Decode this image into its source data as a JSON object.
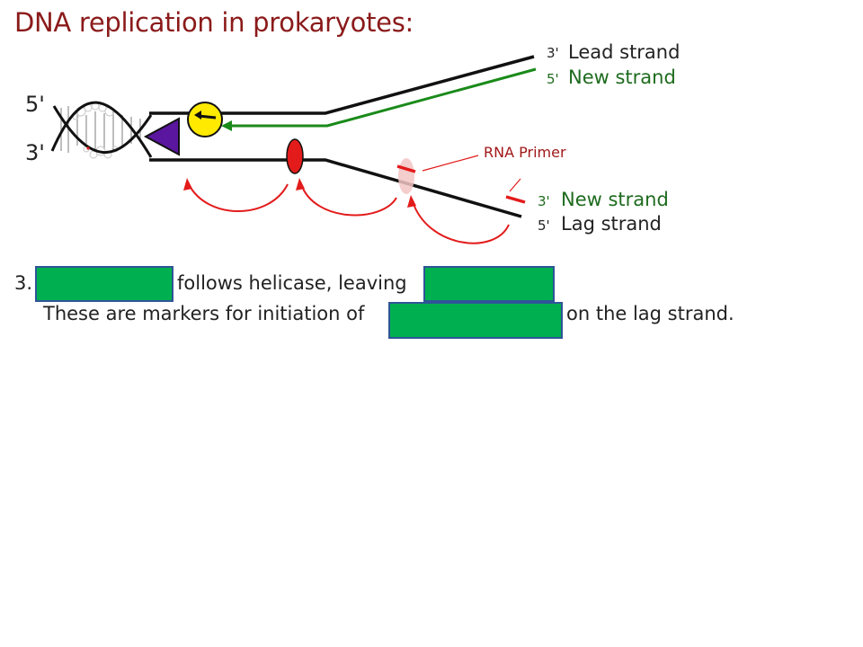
{
  "title": "DNA replication in prokaryotes:",
  "diagram": {
    "left_top_end": "5'",
    "left_bottom_end": "3'",
    "lead_end": "3'",
    "lead_label": "Lead strand",
    "new_top_end": "5'",
    "new_top_label": "New strand",
    "primer_label": "RNA Primer",
    "new_bottom_end": "3'",
    "new_bottom_label": "New strand",
    "lag_end": "5'",
    "lag_label": "Lag strand"
  },
  "text": {
    "number": "3.",
    "segment_1": "follows helicase, leaving",
    "segment_2": "These are markers for initiation of",
    "segment_3": "on the lag strand."
  },
  "colors": {
    "title": "#8b1a1a",
    "new_strand": "#1a8a1a",
    "primer_red": "#e31b1b",
    "blank_fill": "#00b050",
    "blank_border": "#2f5597"
  }
}
